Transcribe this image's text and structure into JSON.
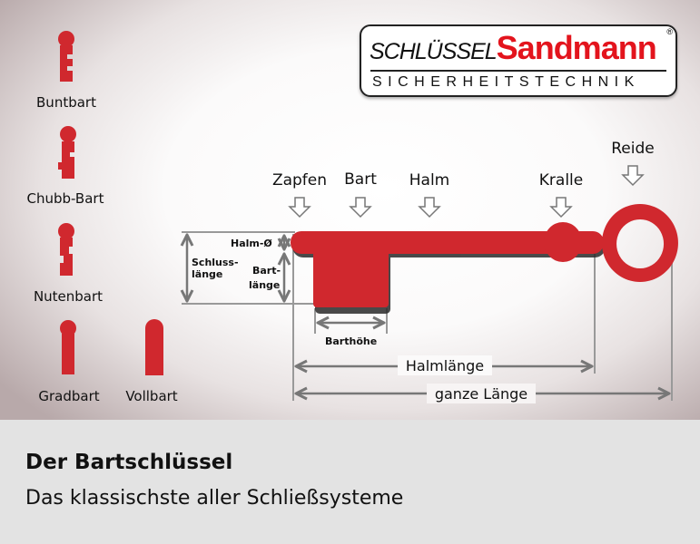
{
  "logo": {
    "part1": "SCHLÜSSEL",
    "part2": "Sandmann",
    "registered": "®",
    "tagline": "SICHERHEITSTECHNIK"
  },
  "bart_types": [
    "Buntbart",
    "Chubb-Bart",
    "Nutenbart",
    "Gradbart",
    "Vollbart"
  ],
  "key_parts": {
    "zapfen": "Zapfen",
    "bart": "Bart",
    "halm": "Halm",
    "kralle": "Kralle",
    "reide": "Reide"
  },
  "dimensions": {
    "halm_diameter": "Halm-Ø",
    "schlusslaenge_1": "Schluss-",
    "schlusslaenge_2": "länge",
    "bartlaenge_1": "Bart-",
    "bartlaenge_2": "länge",
    "barthoehe": "Barthöhe",
    "halmlaenge": "Halmlänge",
    "ganze_laenge": "ganze Länge"
  },
  "footer": {
    "title": "Der Bartschlüssel",
    "subtitle": "Das klassischste aller Schließsysteme"
  },
  "colors": {
    "key_red": "#d0282e",
    "logo_red": "#e3141d"
  }
}
